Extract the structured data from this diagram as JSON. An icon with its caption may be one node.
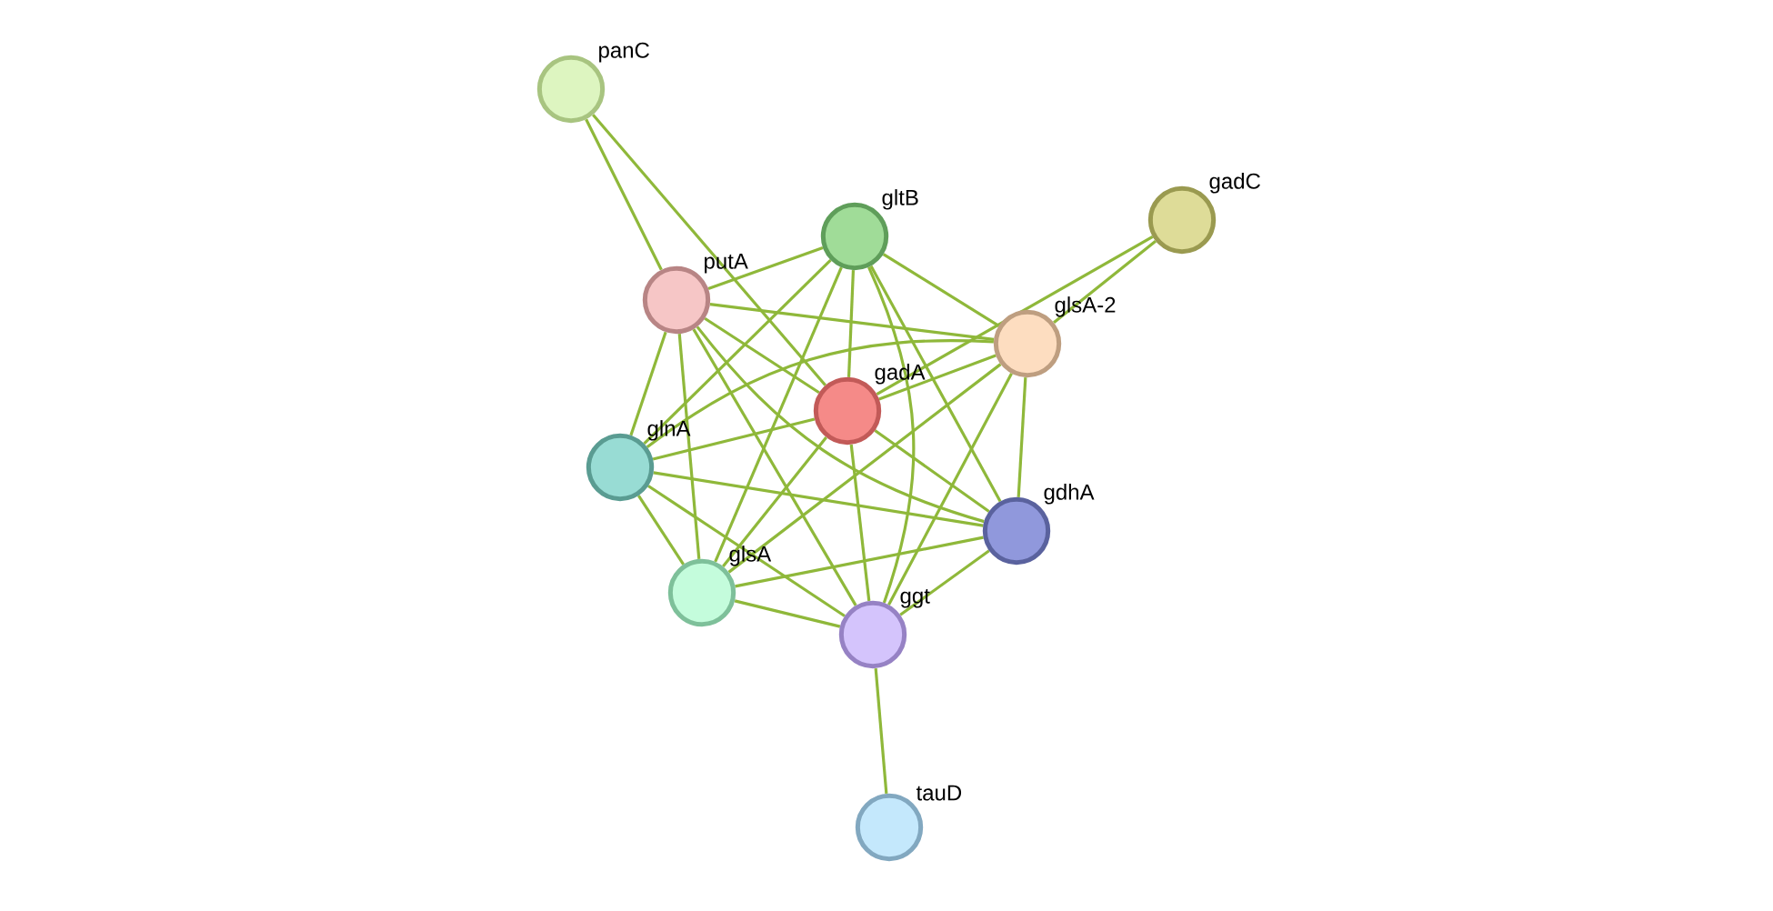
{
  "diagram": {
    "nodes": [
      {
        "text": [
          "panC"
        ]
      },
      {
        "text": [
          "putA"
        ]
      },
      {
        "text": [
          "gltB"
        ]
      },
      {
        "text": [
          "gadC"
        ]
      },
      {
        "text": [
          "glsA-2"
        ]
      },
      {
        "text": [
          "gadA"
        ]
      },
      {
        "text": [
          "glnA"
        ]
      },
      {
        "text": [
          "gdhA"
        ]
      },
      {
        "text": [
          "glsA"
        ]
      },
      {
        "text": [
          "ggt"
        ]
      },
      {
        "text": [
          "tauD"
        ]
      }
    ],
    "edges": [
      {
        "from": 0,
        "to": 1,
        "arrow": "none"
      },
      {
        "from": 0,
        "to": 5,
        "arrow": "none"
      },
      {
        "from": 1,
        "to": 2,
        "arrow": "none"
      },
      {
        "from": 1,
        "to": 5,
        "arrow": "none"
      },
      {
        "from": 1,
        "to": 6,
        "arrow": "none"
      },
      {
        "from": 1,
        "to": 8,
        "arrow": "none"
      },
      {
        "from": 1,
        "to": 9,
        "arrow": "none"
      },
      {
        "from": 1,
        "to": 4,
        "arrow": "none"
      },
      {
        "from": 1,
        "to": 7,
        "arrow": "none"
      },
      {
        "from": 2,
        "to": 5,
        "arrow": "none"
      },
      {
        "from": 2,
        "to": 6,
        "arrow": "none"
      },
      {
        "from": 2,
        "to": 8,
        "arrow": "none"
      },
      {
        "from": 2,
        "to": 9,
        "arrow": "none"
      },
      {
        "from": 2,
        "to": 7,
        "arrow": "none"
      },
      {
        "from": 2,
        "to": 4,
        "arrow": "none"
      },
      {
        "from": 3,
        "to": 5,
        "arrow": "none"
      },
      {
        "from": 3,
        "to": 4,
        "arrow": "none"
      },
      {
        "from": 4,
        "to": 5,
        "arrow": "none"
      },
      {
        "from": 4,
        "to": 6,
        "arrow": "none"
      },
      {
        "from": 4,
        "to": 9,
        "arrow": "none"
      },
      {
        "from": 4,
        "to": 7,
        "arrow": "none"
      },
      {
        "from": 4,
        "to": 8,
        "arrow": "none"
      },
      {
        "from": 5,
        "to": 6,
        "arrow": "none"
      },
      {
        "from": 5,
        "to": 7,
        "arrow": "none"
      },
      {
        "from": 5,
        "to": 8,
        "arrow": "none"
      },
      {
        "from": 5,
        "to": 9,
        "arrow": "none"
      },
      {
        "from": 6,
        "to": 7,
        "arrow": "none"
      },
      {
        "from": 6,
        "to": 8,
        "arrow": "none"
      },
      {
        "from": 6,
        "to": 9,
        "arrow": "none"
      },
      {
        "from": 7,
        "to": 9,
        "arrow": "none"
      },
      {
        "from": 7,
        "to": 8,
        "arrow": "none"
      },
      {
        "from": 8,
        "to": 9,
        "arrow": "none"
      },
      {
        "from": 9,
        "to": 10,
        "arrow": "none"
      }
    ]
  }
}
